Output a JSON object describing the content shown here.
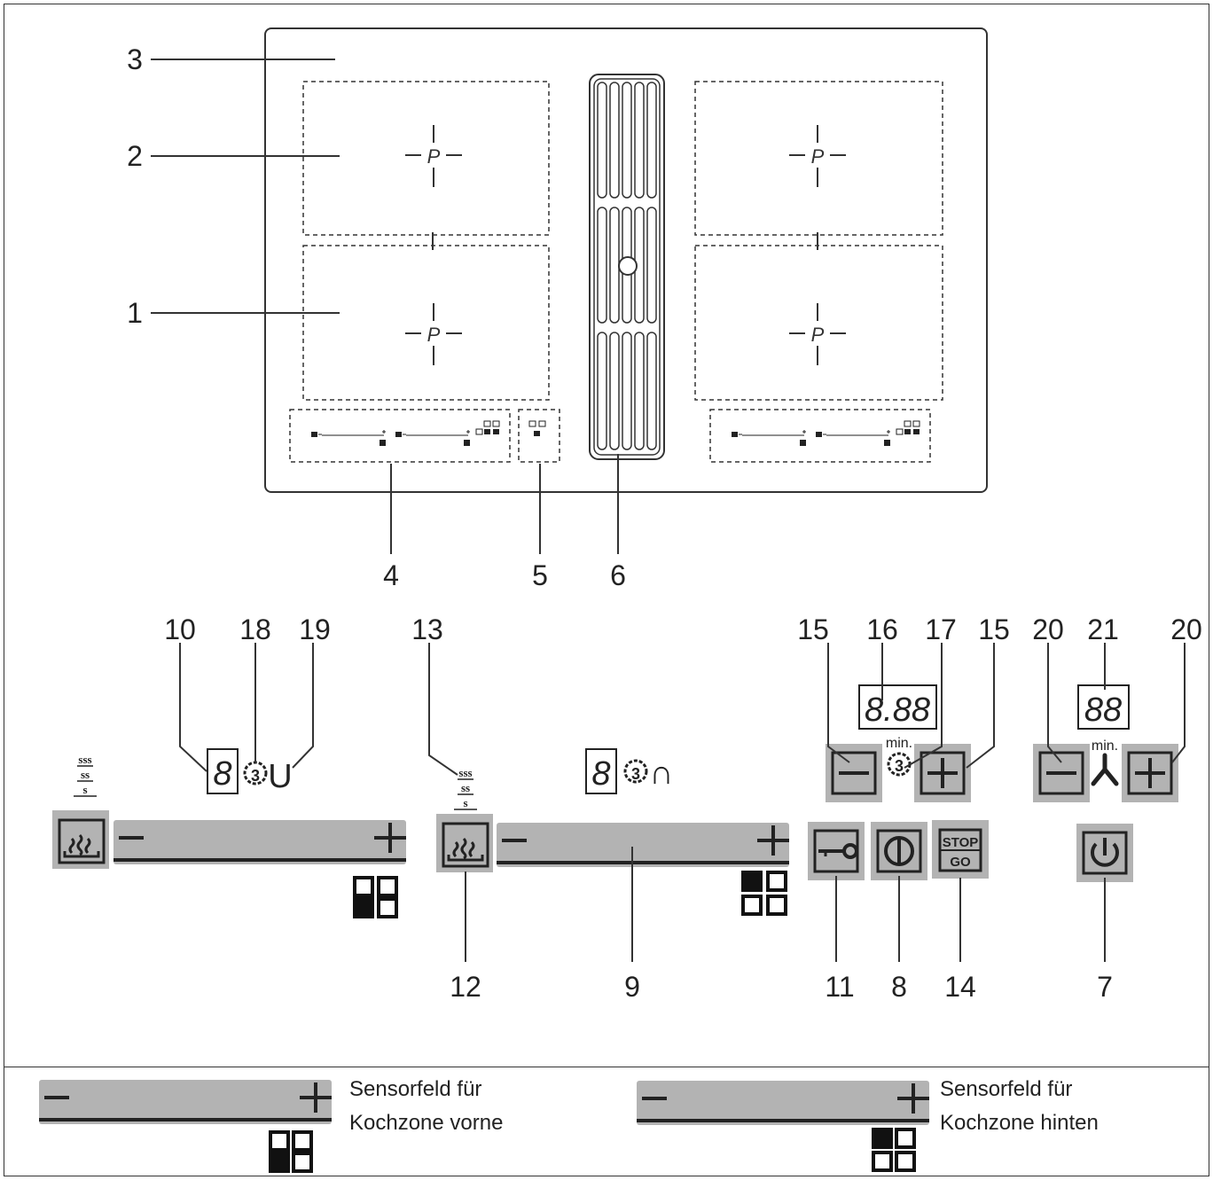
{
  "labels": {
    "n1": "1",
    "n2": "2",
    "n3": "3",
    "n4": "4",
    "n5": "5",
    "n6": "6",
    "n7": "7",
    "n8": "8",
    "n9": "9",
    "n10": "10",
    "n11": "11",
    "n12": "12",
    "n13": "13",
    "n14": "14",
    "n15a": "15",
    "n15b": "15",
    "n16": "16",
    "n17": "17",
    "n18": "18",
    "n19": "19",
    "n20a": "20",
    "n20b": "20",
    "n21": "21"
  },
  "zone_marker": "P",
  "displays": {
    "left_level": "8",
    "right_level": "8",
    "timer": "8.88",
    "fan": "88",
    "timer_unit": "min.",
    "fan_unit": "min.",
    "left_symbol": "U",
    "right_symbol": "∩"
  },
  "heat_symbol": {
    "top": "sss",
    "mid": "ss",
    "bot": "s"
  },
  "stop_go": {
    "top": "STOP",
    "bottom": "GO"
  },
  "legend": {
    "front": {
      "line1": "Sensorfeld für",
      "line2": "Kochzone vorne"
    },
    "back": {
      "line1": "Sensorfeld für",
      "line2": "Kochzone hinten"
    }
  }
}
